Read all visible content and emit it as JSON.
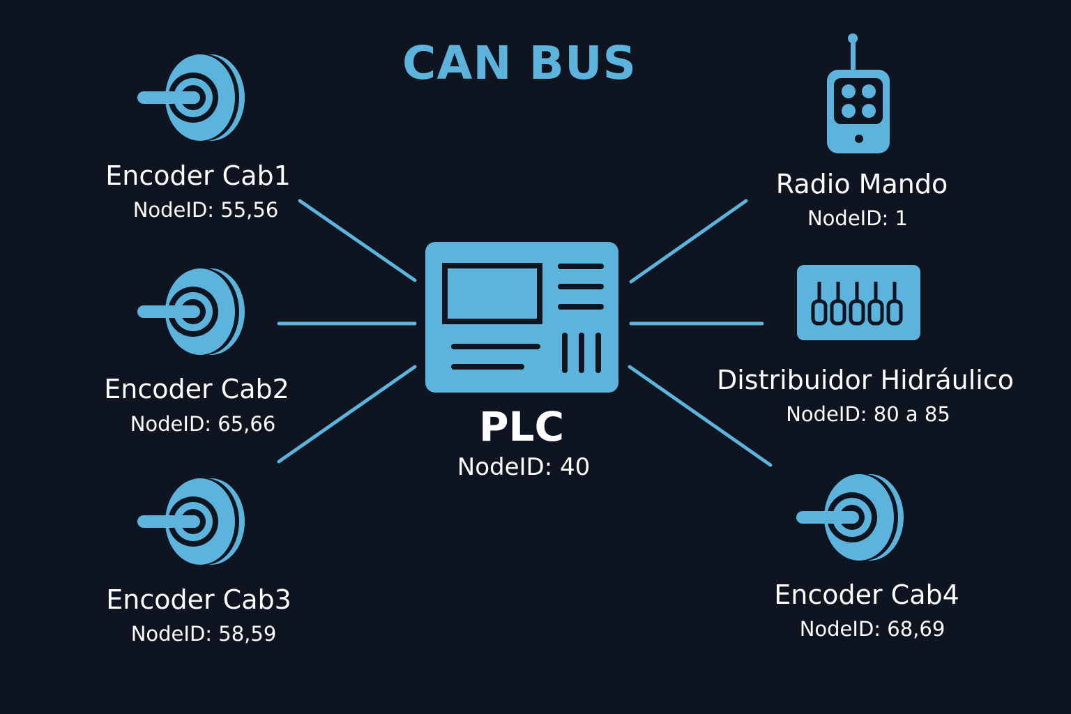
{
  "title": "CAN BUS",
  "colors": {
    "background": "#0e1420",
    "accent": "#5cb3dc",
    "text": "#ffffff"
  },
  "plc": {
    "label": "PLC",
    "node_id": "NodeID: 40",
    "icon": "plc-icon"
  },
  "devices": [
    {
      "label": "Encoder Cab1",
      "node_id": "NodeID: 55,56",
      "icon": "encoder-icon"
    },
    {
      "label": "Encoder Cab2",
      "node_id": "NodeID: 65,66",
      "icon": "encoder-icon"
    },
    {
      "label": "Encoder Cab3",
      "node_id": "NodeID: 58,59",
      "icon": "encoder-icon"
    },
    {
      "label": "Radio Mando",
      "node_id": "NodeID: 1",
      "icon": "remote-control-icon"
    },
    {
      "label": "Distribuidor Hidráulico",
      "node_id": "NodeID: 80 a 85",
      "icon": "hydraulic-distributor-icon"
    },
    {
      "label": "Encoder Cab4",
      "node_id": "NodeID: 68,69",
      "icon": "encoder-icon"
    }
  ]
}
